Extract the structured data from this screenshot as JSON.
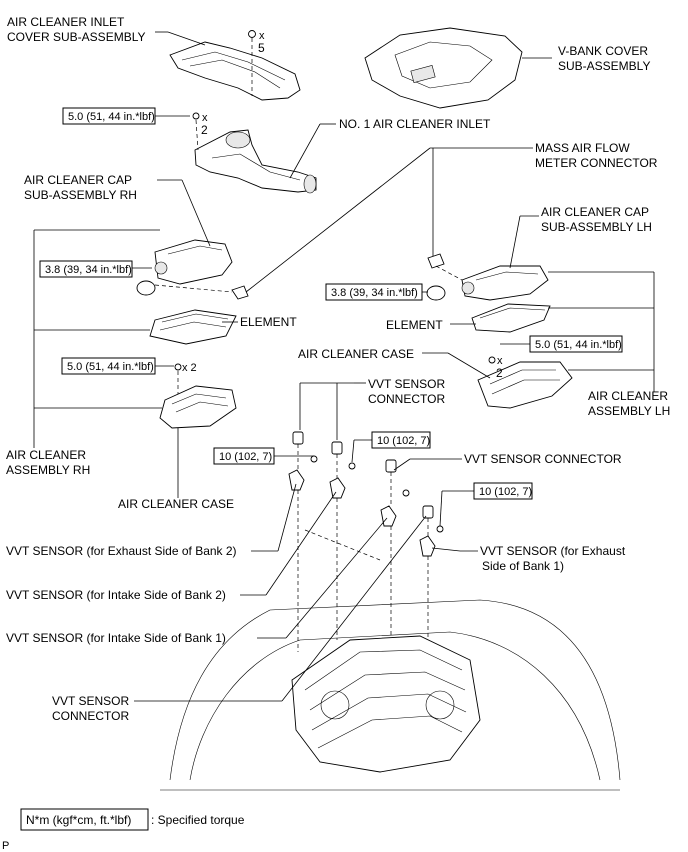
{
  "labels": {
    "air_cleaner_inlet_cover_1": "AIR CLEANER INLET",
    "air_cleaner_inlet_cover_2": "COVER SUB-ASSEMBLY",
    "v_bank_cover_1": "V-BANK COVER",
    "v_bank_cover_2": "SUB-ASSEMBLY",
    "no1_air_cleaner_inlet": "NO. 1 AIR CLEANER INLET",
    "mass_air_flow_1": "MASS AIR FLOW",
    "mass_air_flow_2": "METER CONNECTOR",
    "cap_rh_1": "AIR CLEANER CAP",
    "cap_rh_2": "SUB-ASSEMBLY RH",
    "cap_lh_1": "AIR CLEANER CAP",
    "cap_lh_2": "SUB-ASSEMBLY LH",
    "element_rh": "ELEMENT",
    "element_lh": "ELEMENT",
    "case_lh": "AIR CLEANER CASE",
    "case_rh": "AIR CLEANER CASE",
    "assembly_lh_1": "AIR CLEANER",
    "assembly_lh_2": "ASSEMBLY LH",
    "assembly_rh_1": "AIR CLEANER",
    "assembly_rh_2": "ASSEMBLY RH",
    "vvt_connector_top_1": "VVT SENSOR",
    "vvt_connector_top_2": "CONNECTOR",
    "vvt_connector_right": "VVT SENSOR CONNECTOR",
    "vvt_exhaust_bank2": "VVT SENSOR (for Exhaust Side of Bank 2)",
    "vvt_intake_bank2": "VVT SENSOR (for Intake Side of Bank 2)",
    "vvt_intake_bank1": "VVT SENSOR (for Intake Side of Bank 1)",
    "vvt_exhaust_bank1_1": "VVT SENSOR (for Exhaust",
    "vvt_exhaust_bank1_2": "Side of Bank 1)",
    "vvt_connector_bottom_1": "VVT SENSOR",
    "vvt_connector_bottom_2": "CONNECTOR"
  },
  "quantities": {
    "cover_clips": "x",
    "cover_clips_n": "5",
    "inlet_bolts": "x",
    "inlet_bolts_n": "2",
    "case_rh_bolts": "x 2",
    "case_lh_bolts": "x",
    "case_lh_bolts_n": "2"
  },
  "torques": {
    "inlet": "5.0 (51, 44 in.*lbf)",
    "cap_rh": "3.8 (39, 34 in.*lbf)",
    "cap_lh": "3.8 (39, 34 in.*lbf)",
    "case_rh": "5.0 (51, 44 in.*lbf)",
    "case_lh": "5.0 (51, 44 in.*lbf)",
    "vvt_1": "10 (102, 7)",
    "vvt_2": "10 (102, 7)",
    "vvt_3": "10 (102, 7)"
  },
  "legend": {
    "unit_box": "N*m (kgf*cm, ft.*lbf)",
    "description": ": Specified torque"
  },
  "corner_mark": "P"
}
